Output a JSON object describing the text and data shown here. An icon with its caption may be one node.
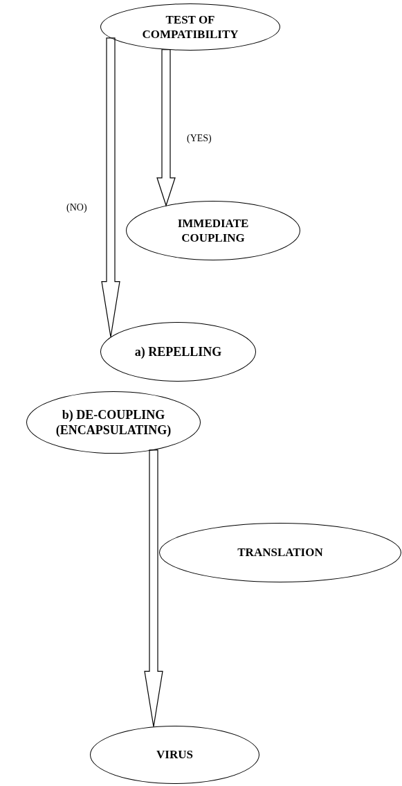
{
  "diagram": {
    "nodes": [
      {
        "text": [
          "TEST OF COMPATIBILITY"
        ]
      },
      {
        "text": [
          "IMMEDIATE COUPLING"
        ]
      },
      {
        "text": [
          "a) REPELLING"
        ]
      },
      {
        "text": [
          "b) DE-COUPLING (ENCAPSULATING)"
        ]
      },
      {
        "text": [
          "TRANSLATION"
        ]
      },
      {
        "text": [
          "VIRUS"
        ]
      }
    ],
    "edges": [
      {
        "from": 0,
        "to": 2,
        "arrow": "to",
        "label": "(NO)"
      },
      {
        "from": 0,
        "to": 1,
        "arrow": "to",
        "label": "(YES)"
      },
      {
        "from": 3,
        "to": 5,
        "arrow": "to"
      }
    ]
  }
}
